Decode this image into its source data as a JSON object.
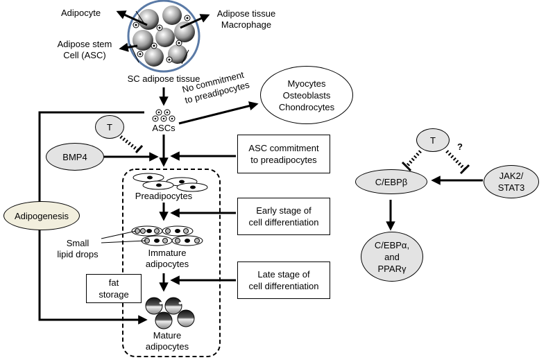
{
  "top_labels": {
    "adipocyte": "Adipocyte",
    "macrophage_line1": "Adipose tissue",
    "macrophage_line2": "Macrophage",
    "stem_line1": "Adipose stem",
    "stem_line2": "Cell (ASC)",
    "tissue": "SC adipose tissue"
  },
  "no_commitment": {
    "line1": "No commitment",
    "line2": "to preadipocytes"
  },
  "fates": {
    "line1": "Myocytes",
    "line2": "Osteoblasts",
    "line3": "Chondrocytes"
  },
  "ascs_label": "ASCs",
  "t_left": "T",
  "bmp4": "BMP4",
  "adipogenesis": "Adipogenesis",
  "stage_boxes": {
    "commitment": {
      "line1": "ASC commitment",
      "line2": "to preadipocytes"
    },
    "early": {
      "line1": "Early stage of",
      "line2": "cell differentiation"
    },
    "late": {
      "line1": "Late stage of",
      "line2": "cell differentiation"
    }
  },
  "cells": {
    "preadipocytes": "Preadipocytes",
    "immature_line1": "Immature",
    "immature_line2": "adipocytes",
    "mature_line1": "Mature",
    "mature_line2": "adipocytes"
  },
  "small_lipid": {
    "line1": "Small",
    "line2": "lipid drops"
  },
  "fat_storage": {
    "line1": "fat",
    "line2": "storage"
  },
  "pathway": {
    "t_right": "T",
    "question": "?",
    "cebpb": "C/EBPβ",
    "jak2_line1": "JAK2/",
    "jak2_line2": "STAT3",
    "targets_line1": "C/EBPα,",
    "targets_line2": "and",
    "targets_line3": "PPARγ"
  },
  "colors": {
    "node_gray": "#e3e3e3",
    "adipogenesis_fill": "#f2efde",
    "tissue_ring": "#5a7aa6"
  }
}
